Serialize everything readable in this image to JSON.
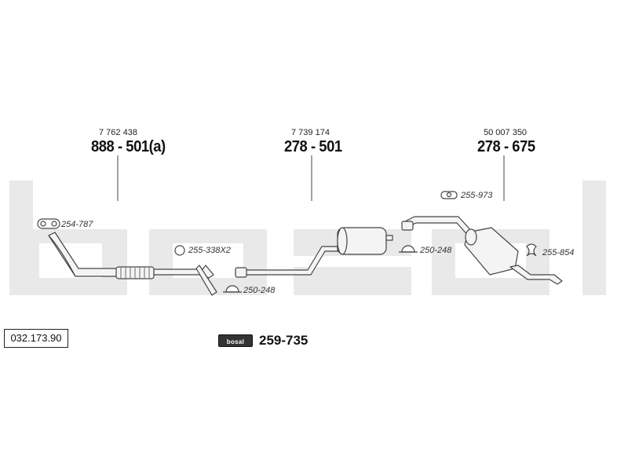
{
  "diagram": {
    "catalog_number": "032.173.90",
    "parts": [
      {
        "oe_number": "7 762 438",
        "part_number": "888 - 501(a)"
      },
      {
        "oe_number": "7 739 174",
        "part_number": "278 - 501"
      },
      {
        "oe_number": "50 007 350",
        "part_number": "278 - 675"
      }
    ],
    "accessories": [
      "254-787",
      "255-338X2",
      "250-248",
      "250-248",
      "255-973",
      "255-854"
    ],
    "kit": {
      "brand": "bosal",
      "number": "259-735"
    },
    "watermark_text": "bosal",
    "colors": {
      "watermark": "#e9e9e9",
      "line": "#444444",
      "pipe_fill": "#f4f4f4",
      "label_bg": "#333333"
    }
  }
}
